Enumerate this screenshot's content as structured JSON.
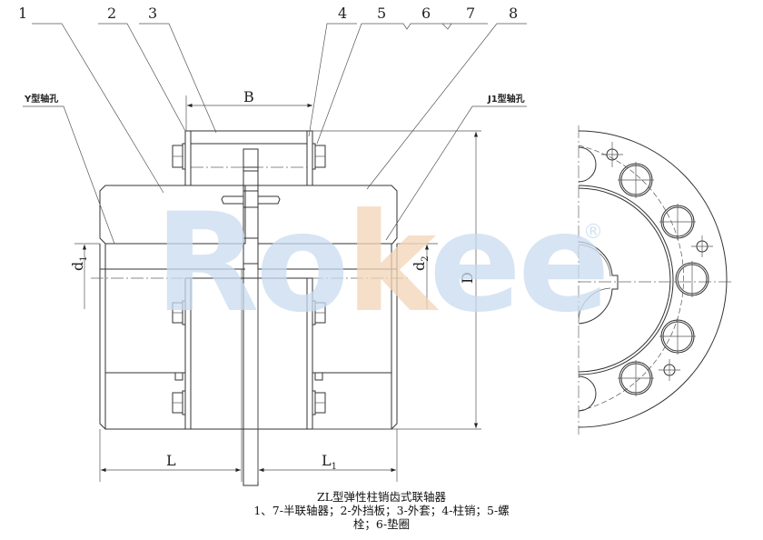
{
  "drawing": {
    "title": "ZL型弹性柱销齿式联轴器",
    "legend_line1": "1、7-半联轴器；2-外挡板；3-外套；4-柱销；5-螺",
    "legend_line2": "栓；6-垫圈",
    "watermark": {
      "text_main": "Ro",
      "text_k": "k",
      "text_tail": "ee",
      "registered": "®",
      "color_main": "#c9dcef",
      "color_k": "#f4d5b8"
    },
    "part_labels": [
      "1",
      "2",
      "3",
      "4",
      "5",
      "6",
      "7",
      "8"
    ],
    "hole_labels": {
      "left": "Y型轴孔",
      "right": "J1型轴孔"
    },
    "dimensions": {
      "B": "B",
      "D": "D",
      "d1": "d",
      "d1_sub": "1",
      "d2": "d",
      "d2_sub": "2",
      "L": "L",
      "L1": "L",
      "L1_sub": "1"
    }
  }
}
